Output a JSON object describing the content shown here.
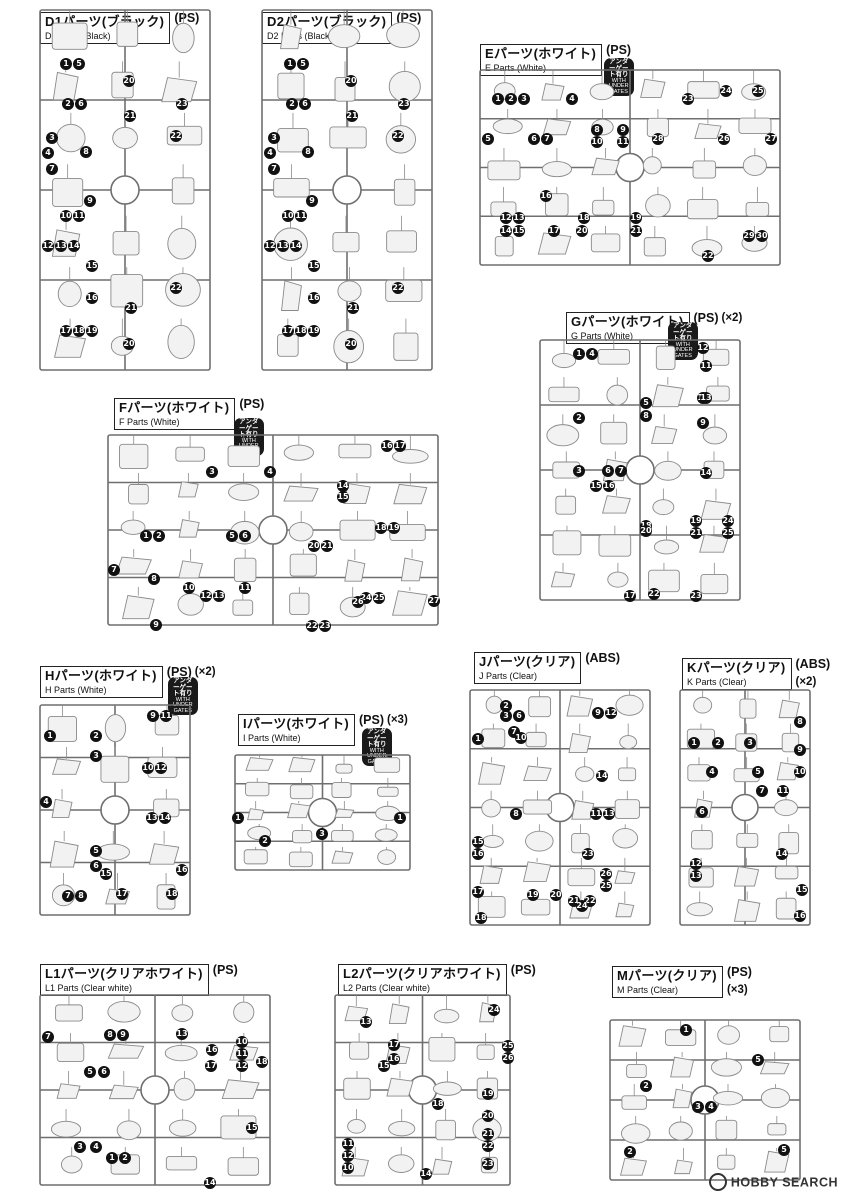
{
  "panels": [
    {
      "id": "d1",
      "jp": "D1パーツ(ブラック)",
      "en": "D1 Parts (Black)",
      "material": "(PS)",
      "quantity": "",
      "under_gates": false,
      "labels": [
        [
          "1",
          "5"
        ],
        [
          "2",
          "6"
        ],
        [
          "3"
        ],
        [
          "4"
        ],
        [
          "7"
        ],
        [
          "8"
        ],
        [
          "9"
        ],
        [
          "10",
          "11"
        ],
        [
          "12",
          "13",
          "14"
        ],
        [
          "15"
        ],
        [
          "16"
        ],
        [
          "17",
          "18",
          "19"
        ],
        [
          "20"
        ],
        [
          "21"
        ],
        [
          "22"
        ],
        [
          "23"
        ],
        [
          "21"
        ],
        [
          "22"
        ],
        [
          "20"
        ]
      ]
    },
    {
      "id": "d2",
      "jp": "D2パーツ(ブラック)",
      "en": "D2 Parts (Black)",
      "material": "(PS)",
      "quantity": "",
      "under_gates": false,
      "labels": [
        [
          "1",
          "5"
        ],
        [
          "2",
          "6"
        ],
        [
          "3"
        ],
        [
          "4"
        ],
        [
          "7"
        ],
        [
          "8"
        ],
        [
          "9"
        ],
        [
          "10",
          "11"
        ],
        [
          "12",
          "13",
          "14"
        ],
        [
          "15"
        ],
        [
          "16"
        ],
        [
          "17",
          "18",
          "19"
        ],
        [
          "20"
        ],
        [
          "21"
        ],
        [
          "22"
        ],
        [
          "23"
        ],
        [
          "21"
        ],
        [
          "22"
        ],
        [
          "20"
        ]
      ]
    },
    {
      "id": "e",
      "jp": "Eパーツ(ホワイト)",
      "en": "E Parts (White)",
      "material": "(PS)",
      "quantity": "",
      "under_gates": true,
      "labels": [
        [
          "1",
          "2",
          "3"
        ],
        [
          "4"
        ],
        [
          "5"
        ],
        [
          "6",
          "7"
        ],
        [
          "8"
        ],
        [
          "9"
        ],
        [
          "10"
        ],
        [
          "11"
        ],
        [
          "12",
          "13"
        ],
        [
          "14",
          "15"
        ],
        [
          "16"
        ],
        [
          "17"
        ],
        [
          "18"
        ],
        [
          "19"
        ],
        [
          "20"
        ],
        [
          "21"
        ],
        [
          "22"
        ],
        [
          "23"
        ],
        [
          "24"
        ],
        [
          "25"
        ],
        [
          "26"
        ],
        [
          "27"
        ],
        [
          "28"
        ],
        [
          "29",
          "30"
        ]
      ]
    },
    {
      "id": "g",
      "jp": "Gパーツ(ホワイト)",
      "en": "G Parts (White)",
      "material": "(PS)",
      "quantity": "(×2)",
      "under_gates": true,
      "labels": [
        [
          "1",
          "4"
        ],
        [
          "2"
        ],
        [
          "3"
        ],
        [
          "5"
        ],
        [
          "6",
          "7"
        ],
        [
          "8"
        ],
        [
          "9"
        ],
        [
          "10"
        ],
        [
          "11"
        ],
        [
          "12"
        ],
        [
          "13"
        ],
        [
          "14"
        ],
        [
          "15",
          "16"
        ],
        [
          "17"
        ],
        [
          "18"
        ],
        [
          "19"
        ],
        [
          "20"
        ],
        [
          "21"
        ],
        [
          "22"
        ],
        [
          "23"
        ],
        [
          "24"
        ],
        [
          "25"
        ]
      ]
    },
    {
      "id": "f",
      "jp": "Fパーツ(ホワイト)",
      "en": "F Parts (White)",
      "material": "(PS)",
      "quantity": "",
      "under_gates": true,
      "labels": [
        [
          "1",
          "2"
        ],
        [
          "3"
        ],
        [
          "4"
        ],
        [
          "5",
          "6"
        ],
        [
          "7"
        ],
        [
          "8"
        ],
        [
          "9"
        ],
        [
          "10"
        ],
        [
          "11"
        ],
        [
          "12",
          "13"
        ],
        [
          "14"
        ],
        [
          "15"
        ],
        [
          "16",
          "17"
        ],
        [
          "18",
          "19"
        ],
        [
          "20",
          "21"
        ],
        [
          "22",
          "23"
        ],
        [
          "24",
          "25"
        ],
        [
          "26"
        ],
        [
          "27"
        ]
      ]
    },
    {
      "id": "h",
      "jp": "Hパーツ(ホワイト)",
      "en": "H Parts (White)",
      "material": "(PS)",
      "quantity": "(×2)",
      "under_gates": true,
      "labels": [
        [
          "1"
        ],
        [
          "2"
        ],
        [
          "3"
        ],
        [
          "4"
        ],
        [
          "5"
        ],
        [
          "6"
        ],
        [
          "7",
          "8"
        ],
        [
          "9",
          "11"
        ],
        [
          "10",
          "12"
        ],
        [
          "13",
          "14"
        ],
        [
          "15"
        ],
        [
          "16"
        ],
        [
          "17"
        ],
        [
          "18"
        ]
      ]
    },
    {
      "id": "i",
      "jp": "Iパーツ(ホワイト)",
      "en": "I Parts (White)",
      "material": "(PS)",
      "quantity": "(×3)",
      "under_gates": true,
      "labels": [
        [
          "1"
        ],
        [
          "1"
        ],
        [
          "2"
        ],
        [
          "3"
        ]
      ]
    },
    {
      "id": "j",
      "jp": "Jパーツ(クリア)",
      "en": "J Parts (Clear)",
      "material": "(ABS)",
      "quantity": "",
      "under_gates": false,
      "labels": [
        [
          "1"
        ],
        [
          "2"
        ],
        [
          "3",
          "6"
        ],
        [
          "7"
        ],
        [
          "8"
        ],
        [
          "9",
          "12"
        ],
        [
          "10"
        ],
        [
          "11",
          "13"
        ],
        [
          "14"
        ],
        [
          "15"
        ],
        [
          "16"
        ],
        [
          "17"
        ],
        [
          "18"
        ],
        [
          "19"
        ],
        [
          "20"
        ],
        [
          "21"
        ],
        [
          "22"
        ],
        [
          "23"
        ],
        [
          "24"
        ],
        [
          "25"
        ],
        [
          "26"
        ]
      ]
    },
    {
      "id": "k",
      "jp": "Kパーツ(クリア)",
      "en": "K Parts (Clear)",
      "material": "(ABS)",
      "quantity": "(×2)",
      "under_gates": false,
      "labels": [
        [
          "1"
        ],
        [
          "2"
        ],
        [
          "3"
        ],
        [
          "4"
        ],
        [
          "5"
        ],
        [
          "6"
        ],
        [
          "7"
        ],
        [
          "8"
        ],
        [
          "9"
        ],
        [
          "10"
        ],
        [
          "11"
        ],
        [
          "12"
        ],
        [
          "13"
        ],
        [
          "14"
        ],
        [
          "15"
        ],
        [
          "16"
        ]
      ]
    },
    {
      "id": "l1",
      "jp": "L1パーツ(クリアホワイト)",
      "en": "L1 Parts (Clear white)",
      "material": "(PS)",
      "quantity": "",
      "under_gates": false,
      "labels": [
        [
          "7"
        ],
        [
          "8",
          "9"
        ],
        [
          "5"
        ],
        [
          "6"
        ],
        [
          "3"
        ],
        [
          "4"
        ],
        [
          "1",
          "2"
        ],
        [
          "10"
        ],
        [
          "11"
        ],
        [
          "12"
        ],
        [
          "13"
        ],
        [
          "14"
        ],
        [
          "15"
        ],
        [
          "16"
        ],
        [
          "17"
        ],
        [
          "18"
        ]
      ]
    },
    {
      "id": "l2",
      "jp": "L2パーツ(クリアホワイト)",
      "en": "L2 Parts (Clear white)",
      "material": "(PS)",
      "quantity": "",
      "under_gates": false,
      "labels": [
        [
          "13"
        ],
        [
          "17"
        ],
        [
          "16"
        ],
        [
          "15"
        ],
        [
          "18"
        ],
        [
          "14"
        ],
        [
          "19"
        ],
        [
          "20"
        ],
        [
          "21"
        ],
        [
          "22"
        ],
        [
          "23"
        ],
        [
          "24"
        ],
        [
          "25"
        ],
        [
          "26"
        ],
        [
          "11"
        ],
        [
          "12"
        ],
        [
          "10"
        ]
      ]
    },
    {
      "id": "m",
      "jp": "Mパーツ(クリア)",
      "en": "M Parts (Clear)",
      "material": "(PS)",
      "quantity": "(×3)",
      "under_gates": false,
      "labels": [
        [
          "1"
        ],
        [
          "2"
        ],
        [
          "2"
        ],
        [
          "3",
          "4"
        ],
        [
          "5"
        ],
        [
          "5"
        ]
      ]
    }
  ],
  "under_gates_label": {
    "jp": "アンダーゲート有り",
    "en": "WITH UNDER GATES"
  },
  "watermark": "HOBBY SEARCH"
}
